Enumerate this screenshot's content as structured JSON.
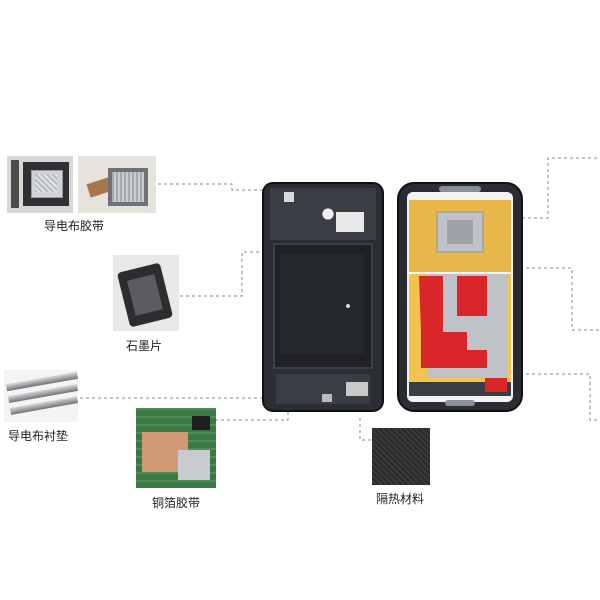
{
  "labels": {
    "conductive_fabric_tape": "导电布胶带",
    "graphite_sheet": "石墨片",
    "conductive_fabric_gasket": "导电布衬垫",
    "copper_foil_tape": "铜箔胶带",
    "thermal_insulation": "隔热材料"
  },
  "colors": {
    "frame": "#2a2d33",
    "copper": "#e9b84a",
    "red": "#d8262a",
    "silver": "#bfc3c8",
    "connector": "#8a8f96"
  }
}
